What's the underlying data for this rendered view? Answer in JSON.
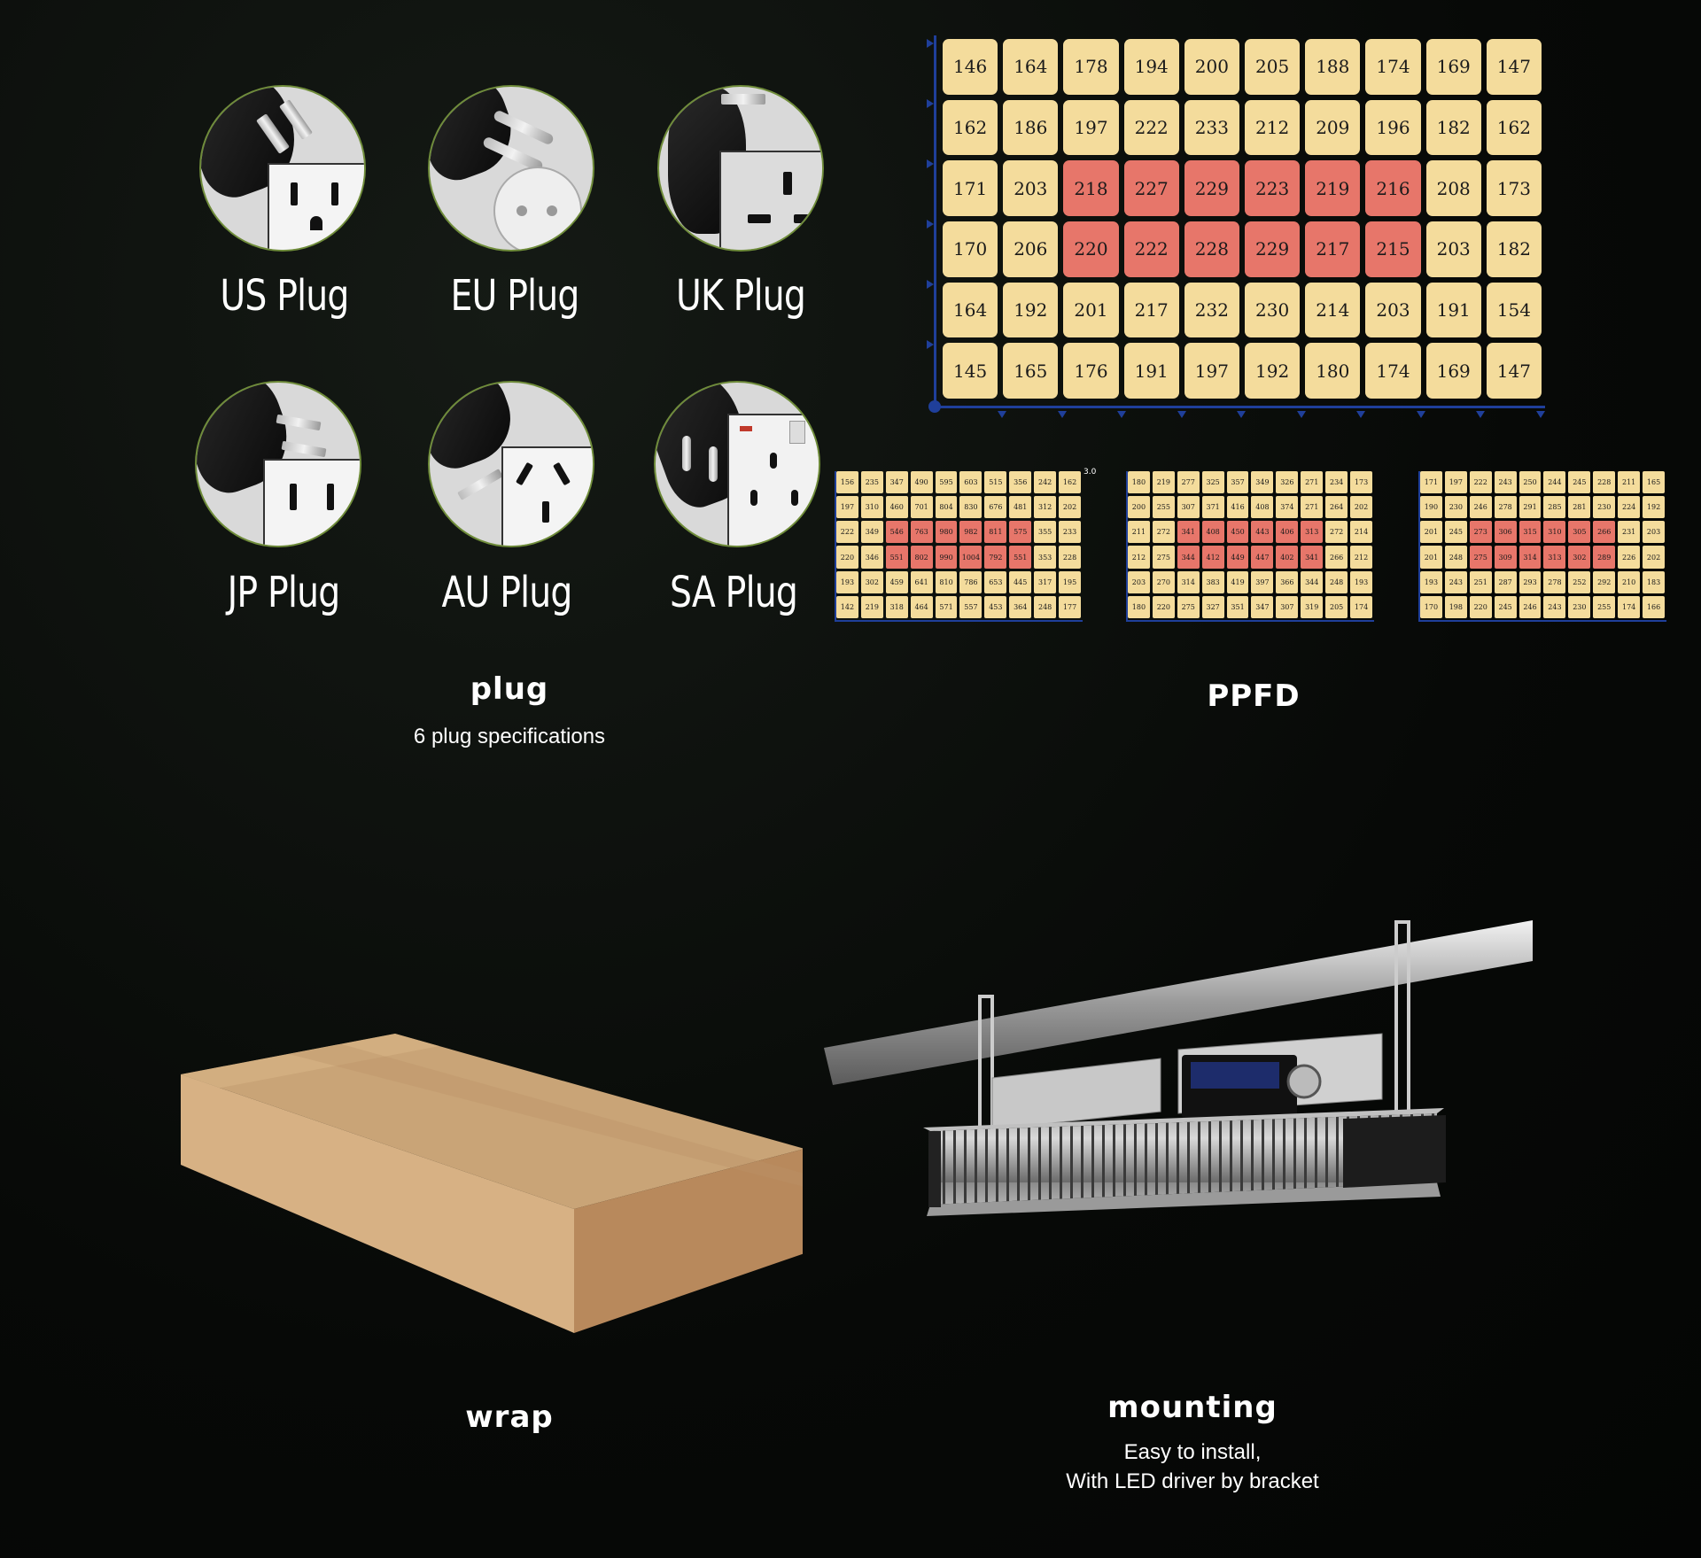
{
  "plug": {
    "title": "plug",
    "subtitle": "6 plug specifications",
    "items": [
      {
        "label": "US Plug"
      },
      {
        "label": "EU Plug"
      },
      {
        "label": "UK Plug"
      },
      {
        "label": "JP Plug"
      },
      {
        "label": "AU Plug"
      },
      {
        "label": "SA Plug"
      }
    ]
  },
  "ppfd": {
    "title": "PPFD",
    "small_axis_label": "3.0",
    "main_grid": [
      [
        146,
        164,
        178,
        194,
        200,
        205,
        188,
        174,
        169,
        147
      ],
      [
        162,
        186,
        197,
        222,
        233,
        212,
        209,
        196,
        182,
        162
      ],
      [
        171,
        203,
        218,
        227,
        229,
        223,
        219,
        216,
        208,
        173
      ],
      [
        170,
        206,
        220,
        222,
        228,
        229,
        217,
        215,
        203,
        182
      ],
      [
        164,
        192,
        201,
        217,
        232,
        230,
        214,
        203,
        191,
        154
      ],
      [
        145,
        165,
        176,
        191,
        197,
        192,
        180,
        174,
        169,
        147
      ]
    ],
    "grid_a": [
      [
        156,
        235,
        347,
        490,
        595,
        603,
        515,
        356,
        242,
        162
      ],
      [
        197,
        310,
        460,
        701,
        804,
        830,
        676,
        481,
        312,
        202
      ],
      [
        222,
        349,
        546,
        763,
        980,
        982,
        811,
        575,
        355,
        233
      ],
      [
        220,
        346,
        551,
        802,
        990,
        1004,
        792,
        551,
        353,
        228
      ],
      [
        193,
        302,
        459,
        641,
        810,
        786,
        653,
        445,
        317,
        195
      ],
      [
        142,
        219,
        318,
        464,
        571,
        557,
        453,
        364,
        248,
        177
      ]
    ],
    "grid_b": [
      [
        180,
        219,
        277,
        325,
        357,
        349,
        326,
        271,
        234,
        173
      ],
      [
        200,
        255,
        307,
        371,
        416,
        408,
        374,
        271,
        264,
        202
      ],
      [
        211,
        272,
        341,
        408,
        450,
        443,
        406,
        313,
        272,
        214
      ],
      [
        212,
        275,
        344,
        412,
        449,
        447,
        402,
        341,
        266,
        212
      ],
      [
        203,
        270,
        314,
        383,
        419,
        397,
        366,
        344,
        248,
        193
      ],
      [
        180,
        220,
        275,
        327,
        351,
        347,
        307,
        319,
        205,
        174
      ]
    ],
    "grid_c": [
      [
        171,
        197,
        222,
        243,
        250,
        244,
        245,
        228,
        211,
        165
      ],
      [
        190,
        230,
        246,
        278,
        291,
        285,
        281,
        230,
        224,
        192
      ],
      [
        201,
        245,
        273,
        306,
        315,
        310,
        305,
        266,
        231,
        203
      ],
      [
        201,
        248,
        275,
        309,
        314,
        313,
        302,
        289,
        226,
        202
      ],
      [
        193,
        243,
        251,
        287,
        293,
        278,
        252,
        292,
        210,
        183
      ],
      [
        170,
        198,
        220,
        245,
        246,
        243,
        230,
        255,
        174,
        166
      ]
    ],
    "colors": {
      "normal": "#f4dc9c",
      "hot": "#e7766a",
      "axis": "#1f3f9a"
    }
  },
  "wrap": {
    "title": "wrap"
  },
  "mounting": {
    "title": "mounting",
    "subtitle_line1": "Easy to install,",
    "subtitle_line2": "With LED driver by bracket"
  }
}
